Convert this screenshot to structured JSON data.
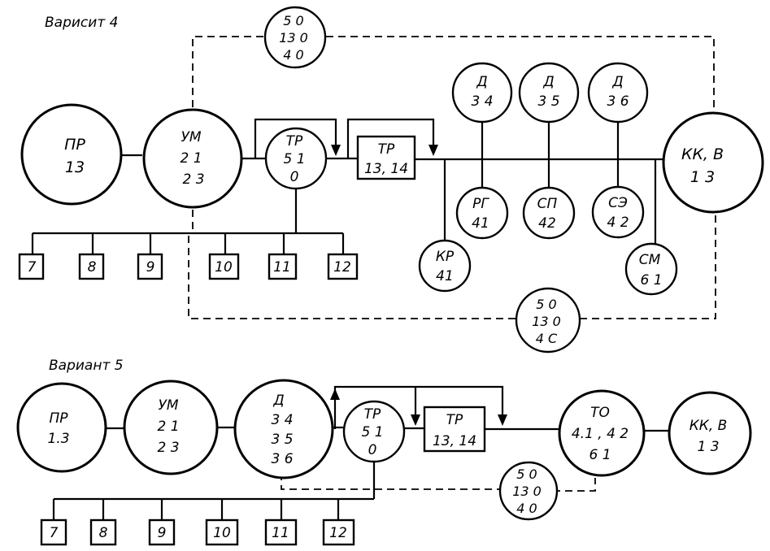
{
  "variant4": {
    "title": "Варисит 4",
    "pr": [
      "ПР",
      "13"
    ],
    "um": [
      "УМ",
      "2 1",
      "2 3"
    ],
    "tr1": [
      "ТР",
      "5 1",
      "0"
    ],
    "tr2": [
      "ТР",
      "13, 14"
    ],
    "d1": [
      "Д",
      "3 4"
    ],
    "d2": [
      "Д",
      "3 5"
    ],
    "d3": [
      "Д",
      "3 6"
    ],
    "rg": [
      "РГ",
      "41"
    ],
    "sp": [
      "СП",
      "42"
    ],
    "se": [
      "СЭ",
      "4 2"
    ],
    "kr": [
      "КР",
      "41"
    ],
    "sm": [
      "СМ",
      "6 1"
    ],
    "kk": [
      "КК, В",
      "1 3"
    ],
    "top_note": [
      "5 0",
      "13 0",
      "4 0"
    ],
    "bottom_note": [
      "5 0",
      "13 0",
      "4 С"
    ],
    "boxes": [
      "7",
      "8",
      "9",
      "10",
      "11",
      "12"
    ]
  },
  "variant5": {
    "title": "Вариант 5",
    "pr": [
      "ПР",
      "1.3"
    ],
    "um": [
      "УМ",
      "2 1",
      "2 3"
    ],
    "d": [
      "Д",
      "3 4",
      "3 5",
      "3 6"
    ],
    "tr1": [
      "ТР",
      "5 1",
      "0"
    ],
    "tr2": [
      "ТР",
      "13, 14"
    ],
    "to": [
      "ТО",
      "4.1 , 4 2",
      "6 1"
    ],
    "kk": [
      "КК, В",
      "1 3"
    ],
    "note": [
      "5 0",
      "13 0",
      "4 0"
    ],
    "boxes": [
      "7",
      "8",
      "9",
      "10",
      "11",
      "12"
    ]
  }
}
